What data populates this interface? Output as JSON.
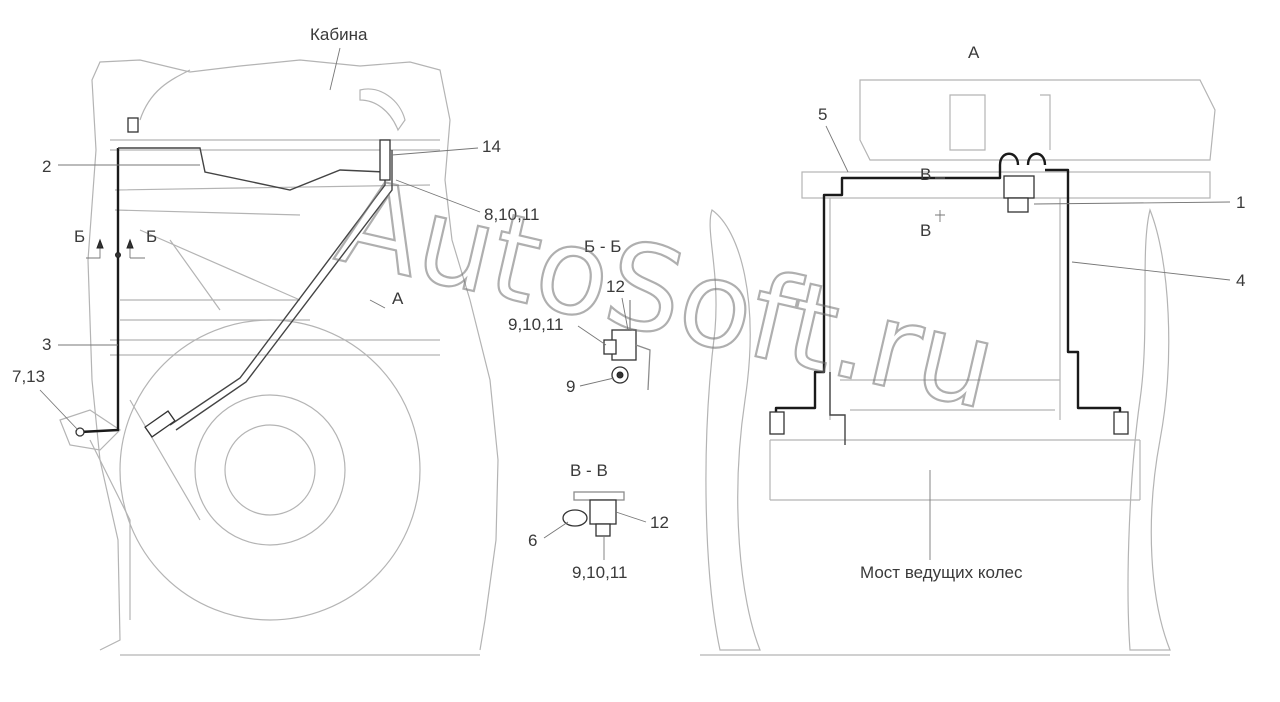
{
  "drawing": {
    "cab_label": "Кабина",
    "view_a_title": "А",
    "arrow_a_label": "А",
    "bridge_label": "Мост ведущих колес",
    "section_bb_title": "Б - Б",
    "section_vv_title": "В - В",
    "section_marker_b": "Б",
    "section_marker_v": "В"
  },
  "callouts": {
    "left": [
      "2",
      "14",
      "8,10,11",
      "3",
      "7,13"
    ],
    "section_bb": [
      "12",
      "9,10,11",
      "9"
    ],
    "section_vv": [
      "6",
      "12",
      "9,10,11"
    ],
    "right": [
      "5",
      "1",
      "4"
    ]
  },
  "watermark": {
    "text": "AutoSoft.ru"
  }
}
